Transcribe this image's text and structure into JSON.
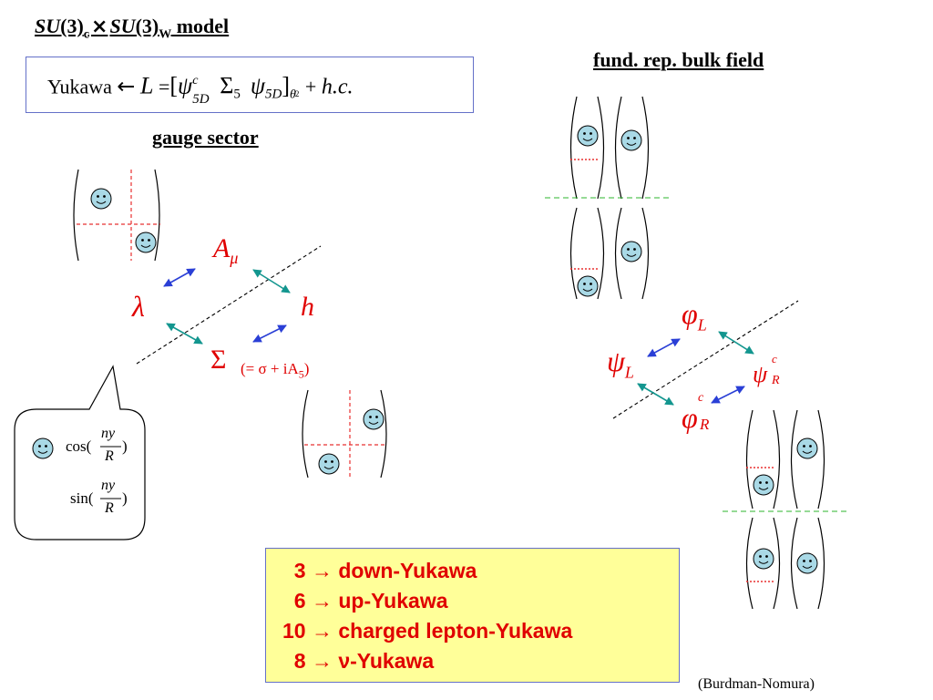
{
  "title": {
    "su1": "SU",
    "n1": "(3)",
    "sub1": "c",
    "times": "×",
    "su2": "SU",
    "n2": "(3)",
    "sub2": "W",
    "suffix": " model"
  },
  "fund_rep_title": "fund. rep. bulk field",
  "gauge_title": "gauge sector",
  "yukawa": {
    "word": "Yukawa",
    "arrow": "←",
    "L": "L",
    "eq": "=",
    "open": "[",
    "psi1": "ψ",
    "sup_c": "c",
    "sub_5D_1": "5D",
    "sigma": "Σ",
    "sub_5": "5",
    "psi2": "ψ",
    "sub_5D_2": "5D",
    "close": "]",
    "sub_theta": "θ",
    "theta_pow": "2",
    "plus": "+",
    "hc": "h.c."
  },
  "gauge_fields": {
    "A": "A",
    "A_sub": "μ",
    "lambda": "λ",
    "h": "h",
    "Sigma": "Σ",
    "sigma_def": "(= σ + iA",
    "sigma_def_sub": "5",
    "sigma_def_close": ")"
  },
  "matter_fields": {
    "phi_L": "φ",
    "phi_L_sub": "L",
    "psi_L": "ψ",
    "psi_L_sub": "L",
    "psi_R": "ψ",
    "psi_R_sup": "c",
    "psi_R_sub": "R",
    "phi_R": "φ",
    "phi_R_sup": "c",
    "phi_R_sub": "R"
  },
  "callout": {
    "cos_fn": "cos(",
    "sin_fn": "sin(",
    "num": "ny",
    "den": "R",
    "close": ")"
  },
  "legend": [
    "  3 → down-Yukawa",
    "  6 → up-Yukawa",
    "10 → charged lepton-Yukawa",
    "  8 → ν-Yukawa"
  ],
  "credit": "(Burdman-Nomura)",
  "colors": {
    "red": "#e00000",
    "blue": "#2a3fd6",
    "teal": "#13968f",
    "green_dash": "#2db52d",
    "face": "#a9d9e6",
    "box_border": "#6470c8",
    "legend_bg": "#ffff99"
  }
}
